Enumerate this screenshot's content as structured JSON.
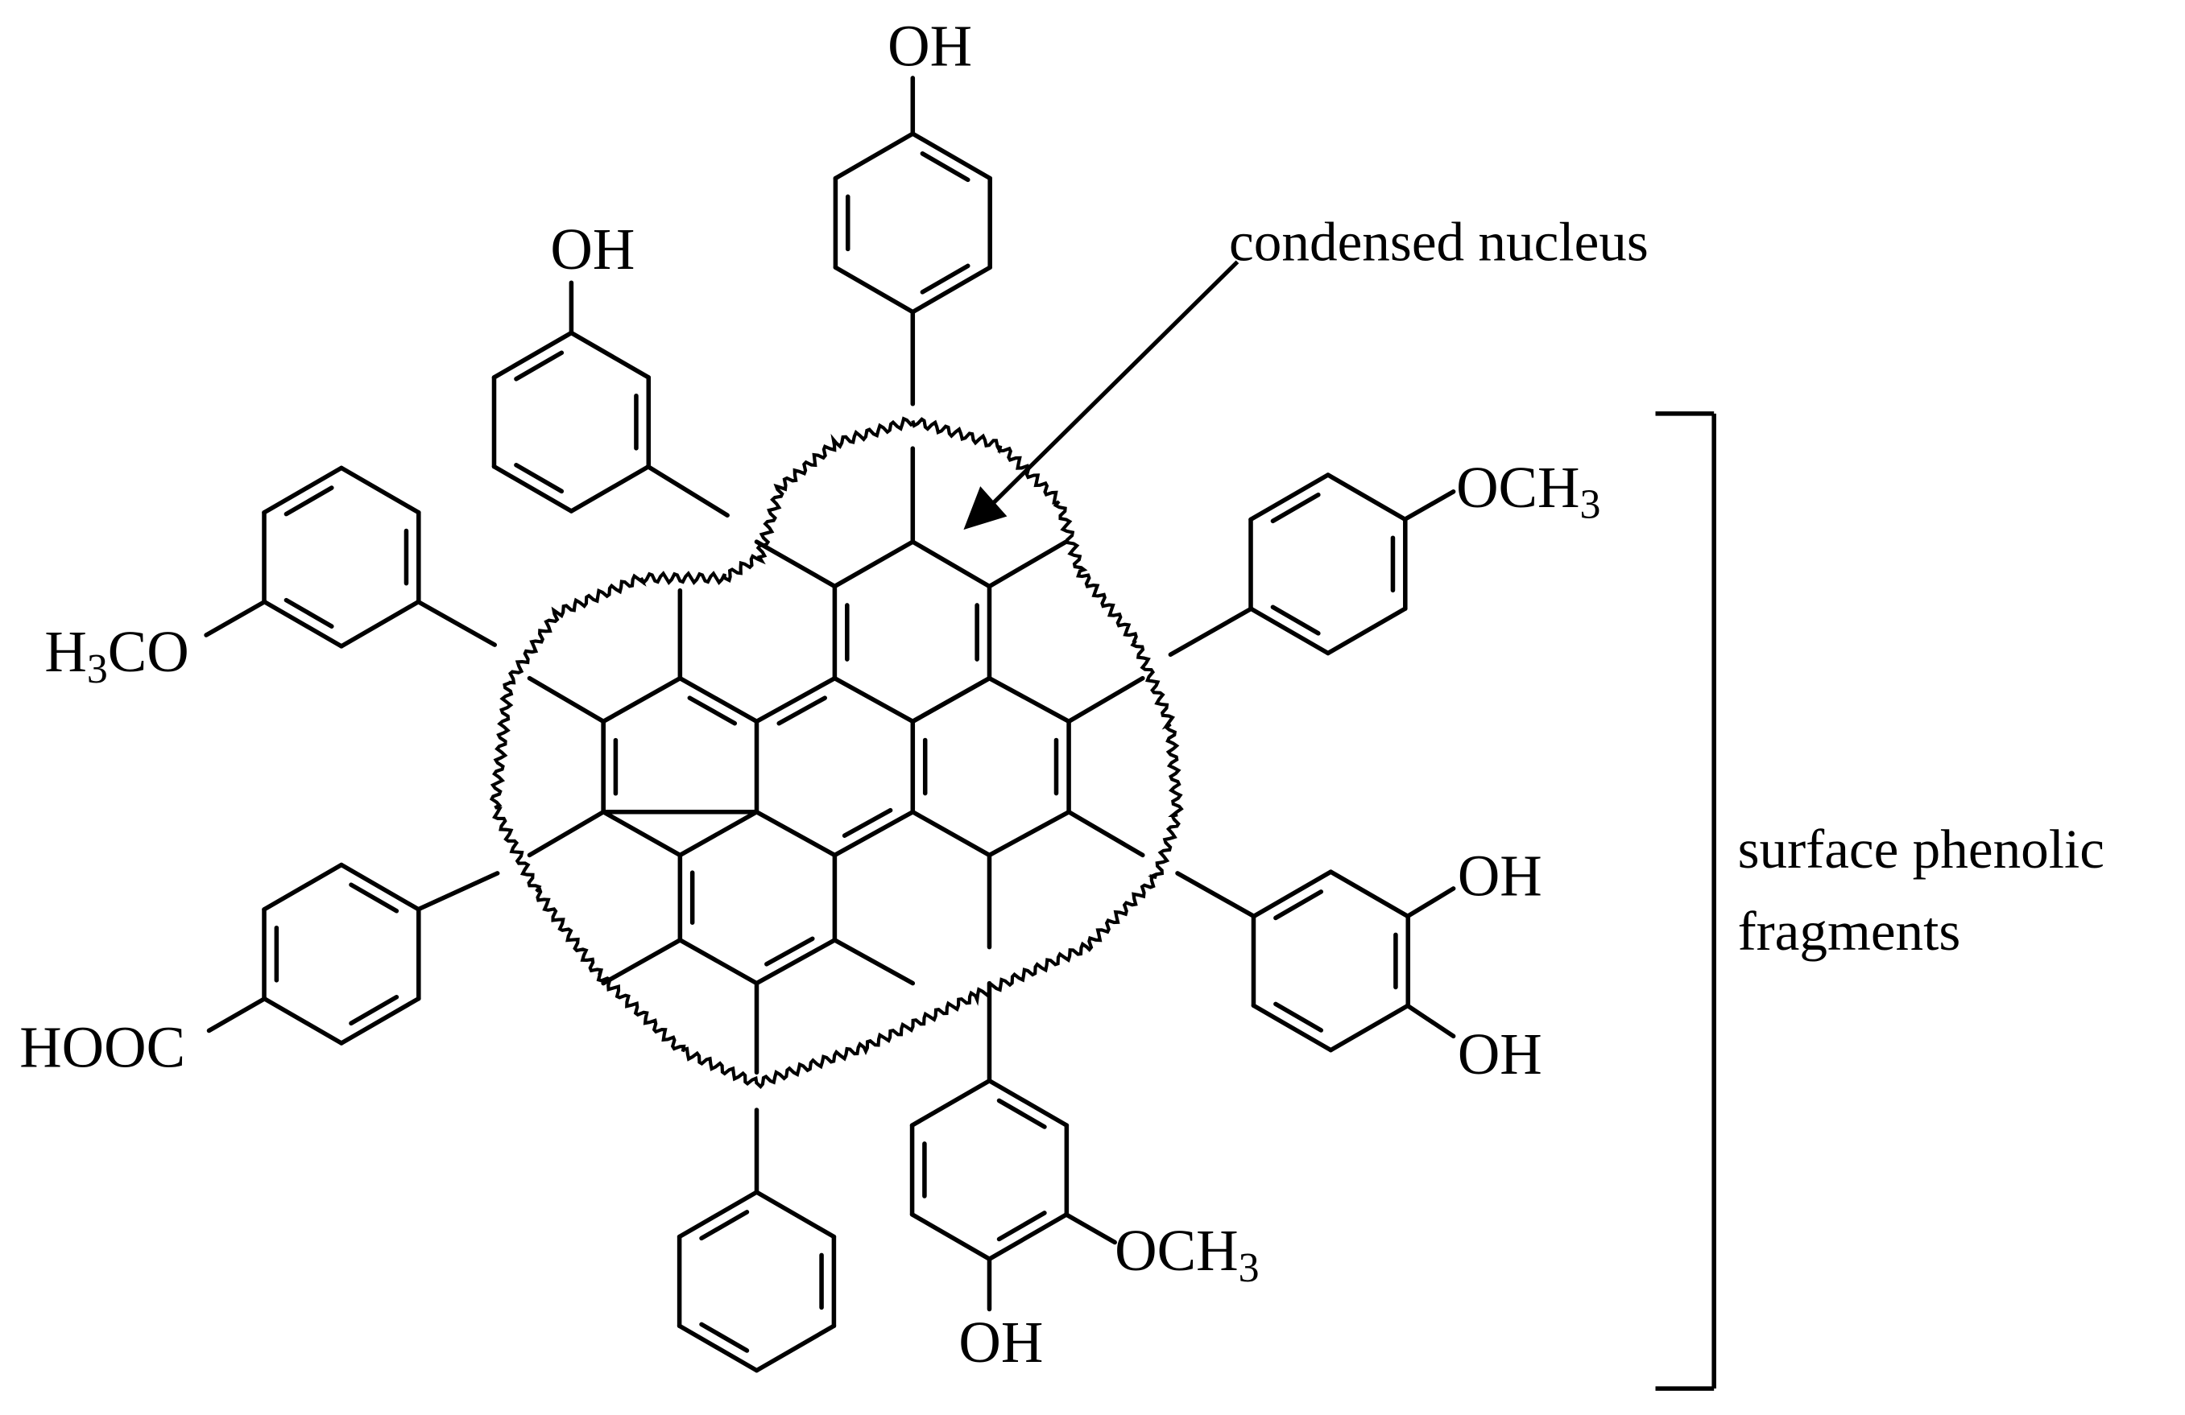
{
  "labels": {
    "oh_top": "OH",
    "oh_upper_left": "OH",
    "och3_right": "OCH",
    "och3_right_sub": "3",
    "h3co_h": "H",
    "h3co_sub": "3",
    "h3co_rest": "CO",
    "hooc": "HOOC",
    "oh_right_1": "OH",
    "oh_right_2": "OH",
    "och3_bottom": "OCH",
    "och3_bottom_sub": "3",
    "oh_bottom": "OH",
    "condensed_nucleus": "condensed nucleus",
    "surface_line1": "surface phenolic",
    "surface_line2": "fragments"
  },
  "colors": {
    "stroke": "#000000",
    "background": "#ffffff"
  }
}
